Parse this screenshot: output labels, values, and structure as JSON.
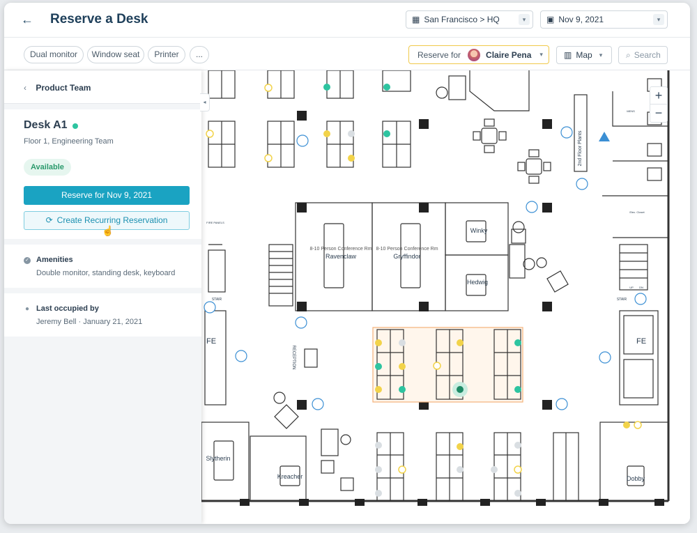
{
  "header": {
    "title": "Reserve a Desk",
    "location": "San Francisco > HQ",
    "date": "Nov 9, 2021"
  },
  "filters": {
    "chips": [
      "Dual monitor",
      "Window seat",
      "Printer",
      "..."
    ]
  },
  "toolbar": {
    "reserve_for_label": "Reserve for",
    "reserve_for_name": "Claire Pena",
    "view_label": "Map",
    "search_placeholder": "Search"
  },
  "sidebar": {
    "team": "Product Team",
    "desk": {
      "name": "Desk A1",
      "location": "Floor 1, Engineering Team",
      "status": "Available"
    },
    "reserve_button": "Reserve for Nov 9, 2021",
    "recurring_button": "Create Recurring Reservation",
    "amenities": {
      "title": "Amenities",
      "value": "Double monitor, standing desk, keyboard"
    },
    "last_occupied": {
      "title": "Last occupied by",
      "value": "Jeremy Bell · January 21, 2021"
    }
  },
  "map": {
    "rooms": [
      "Ravenclaw",
      "Gryffindor",
      "Winky",
      "Hedwig",
      "Slytherin",
      "Kreacher",
      "Dobby",
      "FE",
      "FE"
    ],
    "room_subtext": [
      "8-10 Person Conference Rm",
      "8-10 Person Conference Rm"
    ],
    "labels": [
      "2nd Floor Plants",
      "RECEPTION",
      "STAIR",
      "STAIR",
      "FIRE PANELS",
      "MENS",
      "Elec. Closet",
      "UP",
      "DN"
    ],
    "zoom_in": "+",
    "zoom_out": "−"
  },
  "colors": {
    "available": "#2ec4a0",
    "reserved": "#f2d34a",
    "unavailable": "#c8d0d6",
    "accent": "#1aa3c2",
    "selected_zone": "#f3b27a"
  }
}
